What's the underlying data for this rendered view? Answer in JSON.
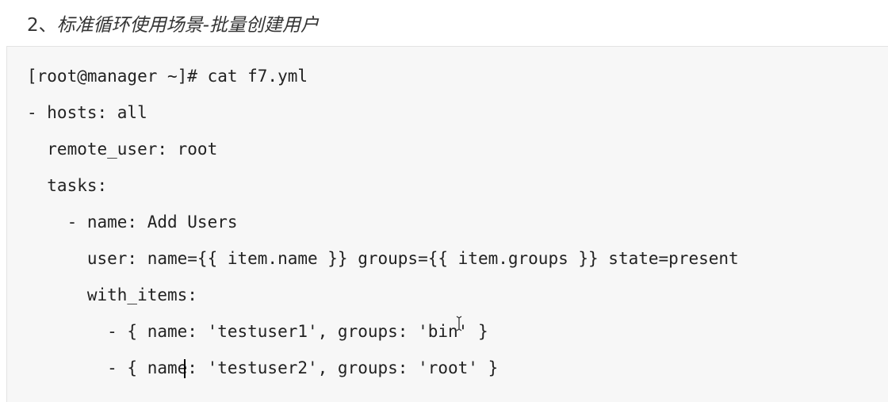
{
  "section": {
    "number": "2、",
    "title": "标准循环使用场景-批量创建用户"
  },
  "code": {
    "lines": [
      "[root@manager ~]# cat f7.yml",
      "- hosts: all",
      "  remote_user: root",
      "  tasks:",
      "    - name: Add Users",
      "      user: name={{ item.name }} groups={{ item.groups }} state=present",
      "      with_items:",
      "        - { name: 'testuser1', groups: 'bin' }",
      "        - { name: 'testuser2', groups: 'root' }"
    ]
  },
  "icons": {
    "text_cursor": "text-cursor-caret",
    "mouse_pointer": "ibeam-cursor-icon"
  }
}
